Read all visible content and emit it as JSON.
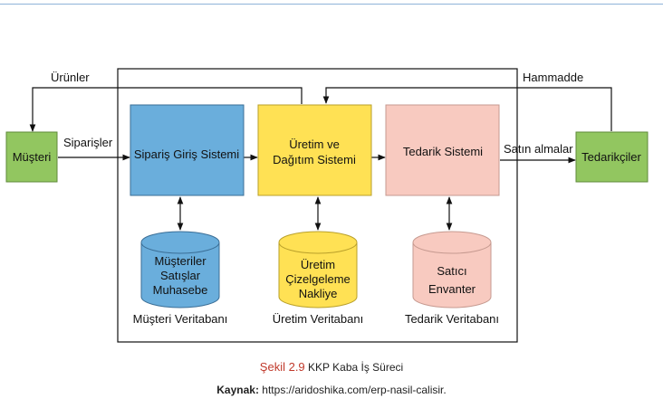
{
  "diagram": {
    "boxes": {
      "customer": "Müşteri",
      "order_entry": "Sipariş Giriş Sistemi",
      "production_line1": "Üretim ve",
      "production_line2": "Dağıtım Sistemi",
      "supply": "Tedarik Sistemi",
      "suppliers": "Tedarikçiler"
    },
    "flows": {
      "products": "Ürünler",
      "orders": "Siparişler",
      "raw_material": "Hammadde",
      "purchases": "Satın almalar"
    },
    "databases": {
      "customer_db": {
        "lines": [
          "Müşteriler",
          "Satışlar",
          "Muhasebe"
        ],
        "label": "Müşteri Veritabanı"
      },
      "production_db": {
        "lines": [
          "Üretim",
          "Çizelgeleme",
          "Nakliye"
        ],
        "label": "Üretim Veritabanı"
      },
      "supply_db": {
        "lines": [
          "Satıcı",
          "Envanter"
        ],
        "label": "Tedarik Veritabanı"
      }
    },
    "colors": {
      "green": "#92c660",
      "blue": "#6aaedc",
      "yellow": "#ffe154",
      "pink": "#f8cac0"
    }
  },
  "caption": {
    "figure_number": "Şekil 2.9",
    "figure_title": "KKP Kaba İş Süreci",
    "source_label": "Kaynak:",
    "source_url": "https://aridoshika.com/erp-nasil-calisir."
  }
}
